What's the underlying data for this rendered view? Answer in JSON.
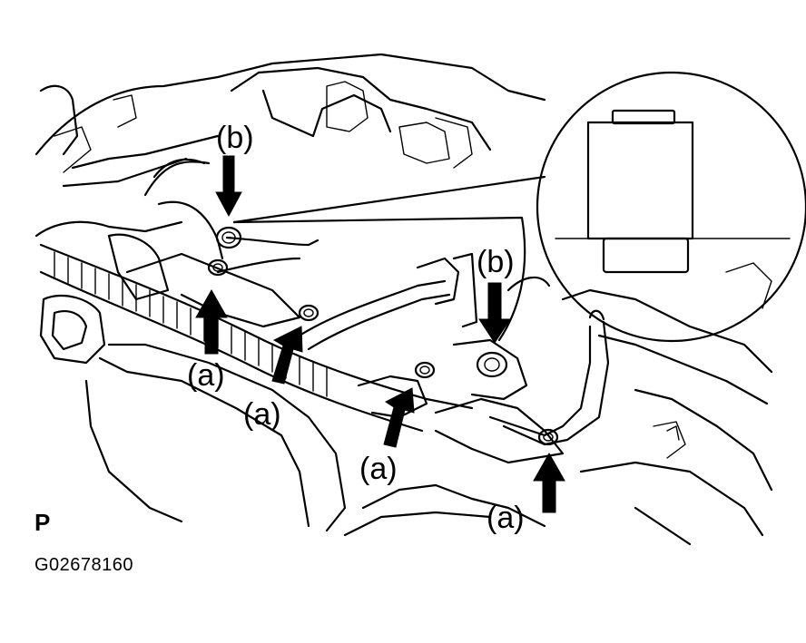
{
  "callouts": {
    "b": "(b)",
    "a": "(a)"
  },
  "view_code": "P",
  "figure_code": "G02678160",
  "colors": {
    "line": "#000000",
    "background": "#ffffff"
  }
}
